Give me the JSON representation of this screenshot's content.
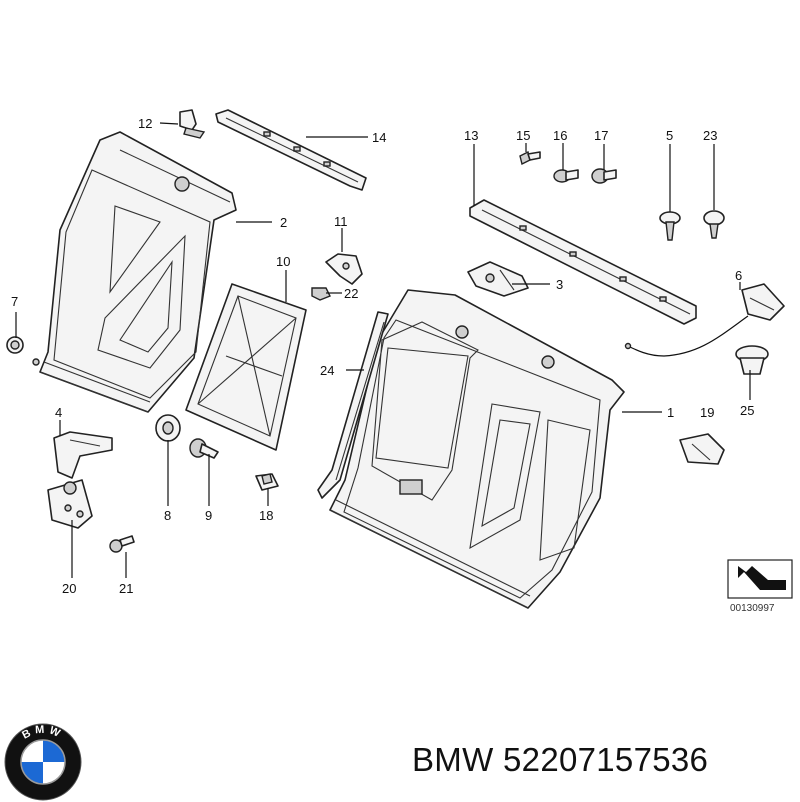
{
  "callouts": {
    "c1": "1",
    "c2": "2",
    "c3": "3",
    "c4": "4",
    "c5": "5",
    "c6": "6",
    "c7": "7",
    "c8": "8",
    "c9": "9",
    "c10": "10",
    "c11": "11",
    "c12": "12",
    "c13": "13",
    "c14": "14",
    "c15": "15",
    "c16": "16",
    "c17": "17",
    "c18": "18",
    "c19": "19",
    "c20": "20",
    "c21": "21",
    "c22": "22",
    "c23": "23",
    "c24": "24",
    "c25": "25"
  },
  "diagram_id": "00130997",
  "brand_title": "BMW 52207157536",
  "logo": {
    "icon": "bmw-roundel-logo",
    "lettering": "BMW",
    "colors": {
      "blue": "#1c69d4",
      "ring": "#111111",
      "white": "#ffffff"
    }
  }
}
